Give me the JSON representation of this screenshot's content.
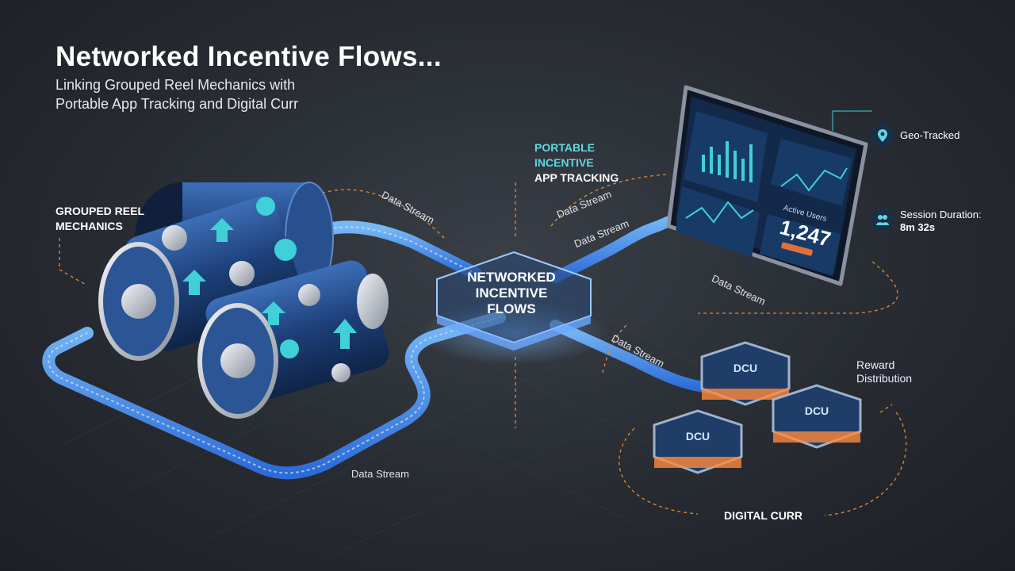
{
  "header": {
    "title": "Networked Incentive Flows...",
    "subtitle_line1": "Linking Grouped Reel Mechanics with",
    "subtitle_line2": "Portable App Tracking and Digital Curr"
  },
  "nodes": {
    "reel": {
      "line1": "GROUPED REEL",
      "line2": "MECHANICS"
    },
    "app": {
      "line1": "PORTABLE",
      "line2": "INCENTIVE",
      "line3": "APP TRACKING"
    },
    "hub": {
      "line1": "NETWORKED",
      "line2": "INCENTIVE",
      "line3": "FLOWS"
    },
    "digital": {
      "label": "DIGITAL CURR"
    }
  },
  "streams": {
    "s1": "Data Stream",
    "s2": "Data Stream",
    "s3": "Data Stream",
    "s4": "Data Stream",
    "s5": "Data Stream"
  },
  "side_info": {
    "geo": "Geo-Tracked",
    "session_line1": "Session Duration:",
    "session_line2": "8m 32s",
    "reward_line1": "Reward",
    "reward_line2": "Distribution"
  },
  "tablet": {
    "metric_label": "Active Users",
    "metric_value": "1,247"
  },
  "coins": {
    "label": "DCU"
  },
  "colors": {
    "flow_blue": "#3d8bff",
    "accent_cyan": "#5fd8e6",
    "dashed_orange": "#e08a3c",
    "coin_glow": "#ff8a3d"
  },
  "icons": [
    "pin-icon",
    "user-icon",
    "gear-icon",
    "arrow-up-icon",
    "coin-icon"
  ]
}
